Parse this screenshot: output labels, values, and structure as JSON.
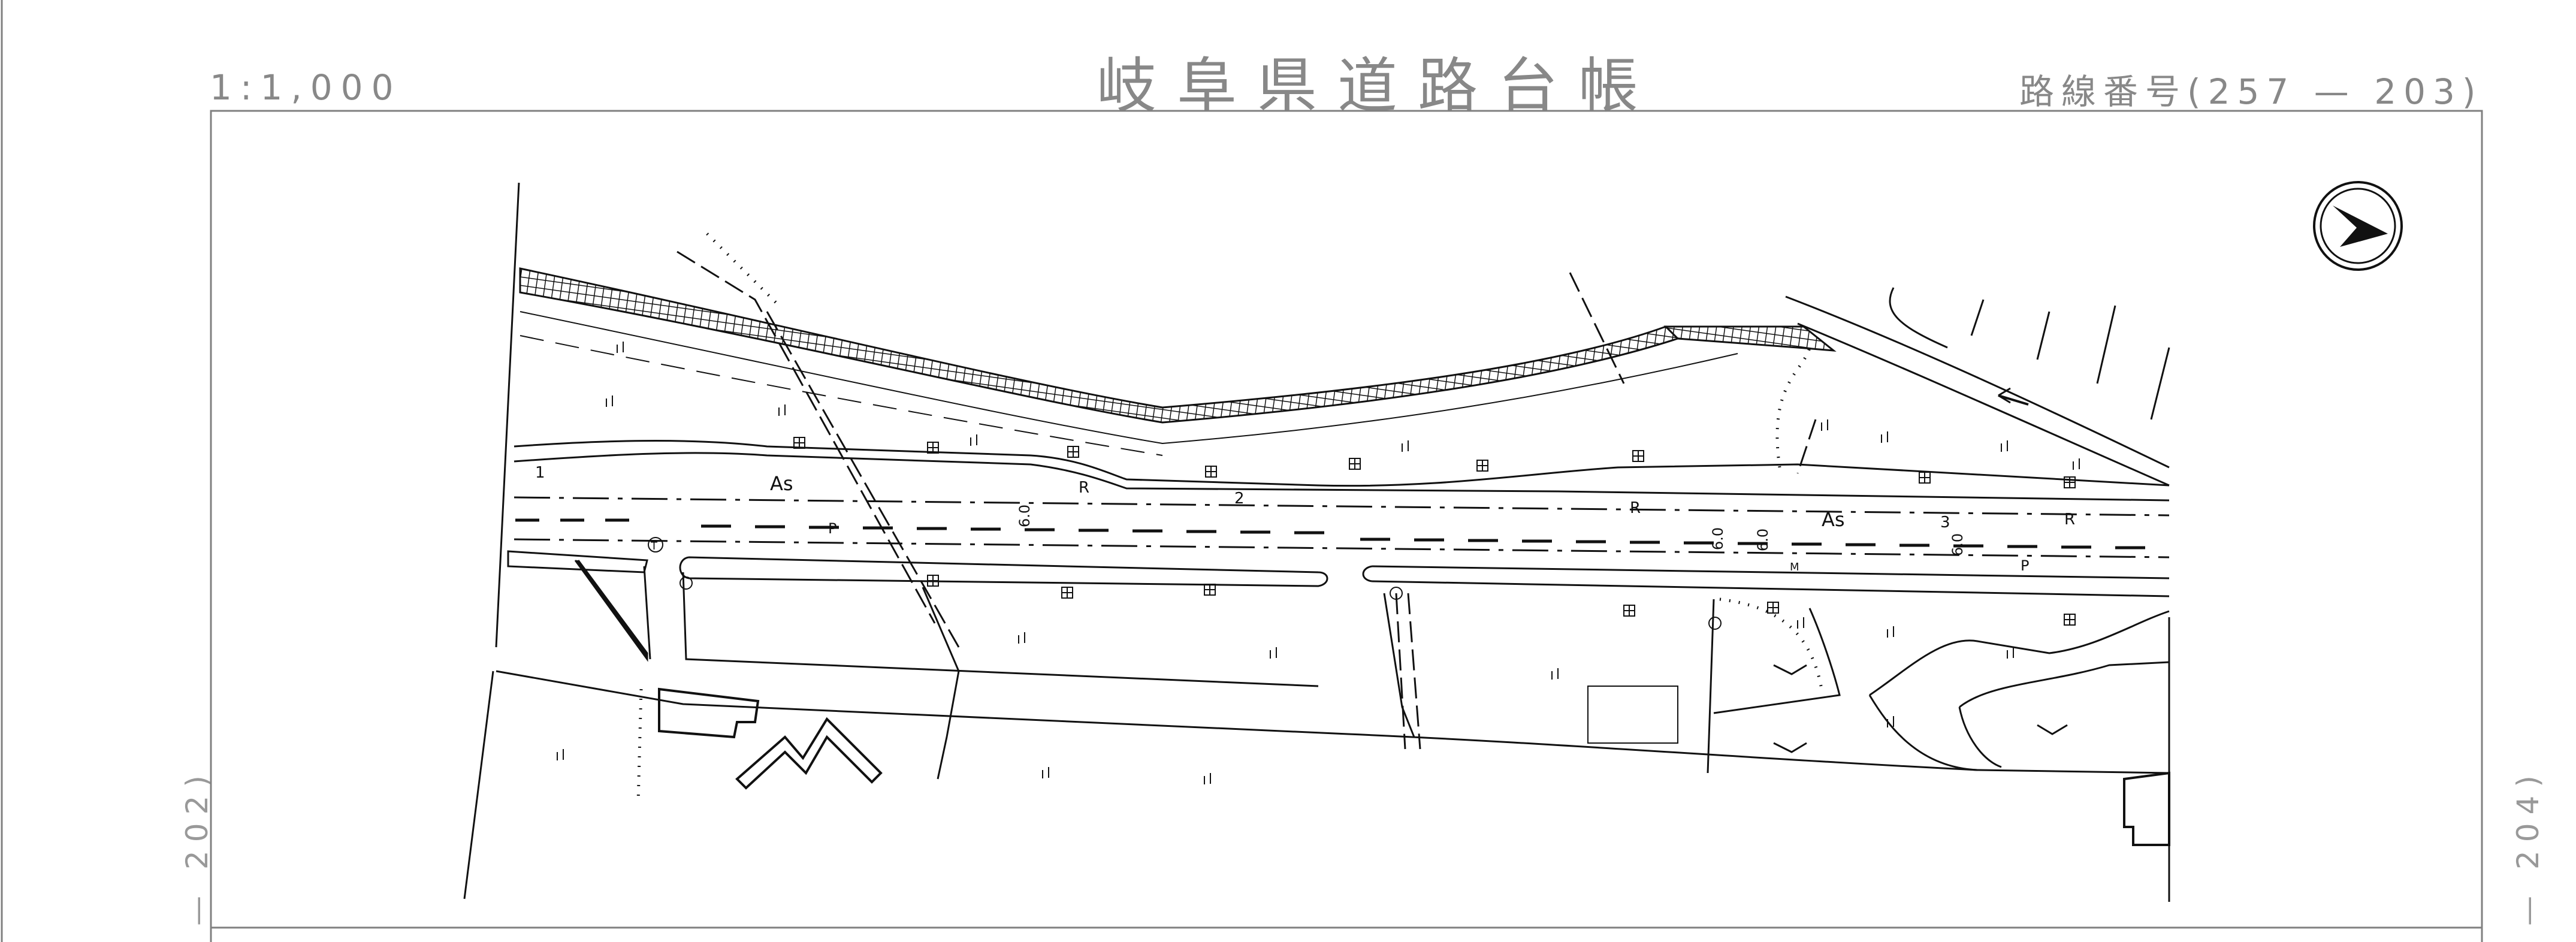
{
  "header": {
    "scale": "1:1,000",
    "title": "岐阜県道路台帳",
    "route_number": "路線番号(257 — 203)"
  },
  "sheet_links": {
    "left": "— 202)",
    "right": "— 204)"
  },
  "map_labels": {
    "pavement_left": "As",
    "pavement_right": "As",
    "section_1": "1",
    "section_2": "2",
    "section_3": "3",
    "r_1": "R",
    "r_2": "R",
    "r_3": "R",
    "p_1": "P",
    "p_2": "P",
    "width_1": "6.0",
    "width_2": "6.0",
    "width_3": "6.0",
    "width_4": "6.0",
    "t_mark": "T",
    "m_mark": "M"
  },
  "north_arrow": "north-arrow-icon",
  "colors": {
    "line": "#111111",
    "frame": "#808080",
    "header_text": "#888888"
  }
}
